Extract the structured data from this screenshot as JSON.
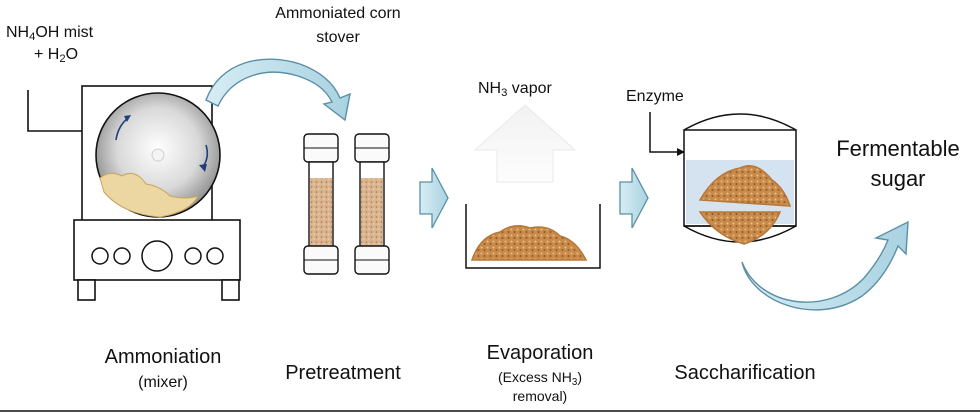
{
  "inputs": {
    "mist_line1_pre": "NH",
    "mist_line1_sub": "4",
    "mist_line1_post": "OH  mist",
    "mist_line2_pre": "+ H",
    "mist_line2_sub": "2",
    "mist_line2_post": "O"
  },
  "transfer": {
    "line1": "Ammoniated corn",
    "line2": "stover"
  },
  "vapor": {
    "pre": "NH",
    "sub": "3",
    "post": " vapor"
  },
  "enzyme": "Enzyme",
  "product": {
    "line1": "Fermentable",
    "line2": "sugar"
  },
  "stages": {
    "ammoniation": "Ammoniation",
    "ammoniation_sub": "(mixer)",
    "pretreatment": "Pretreatment",
    "evaporation": "Evaporation",
    "evaporation_sub1_pre": "(Excess NH",
    "evaporation_sub1_sub": "3",
    "evaporation_sub2": "removal)",
    "saccharification": "Saccharification"
  },
  "colors": {
    "arrow_fill": "#bfe0ea",
    "arrow_stroke": "#5a8fa6",
    "biomass": "#c98a4a",
    "tube_fill": "#f7f7f7"
  }
}
